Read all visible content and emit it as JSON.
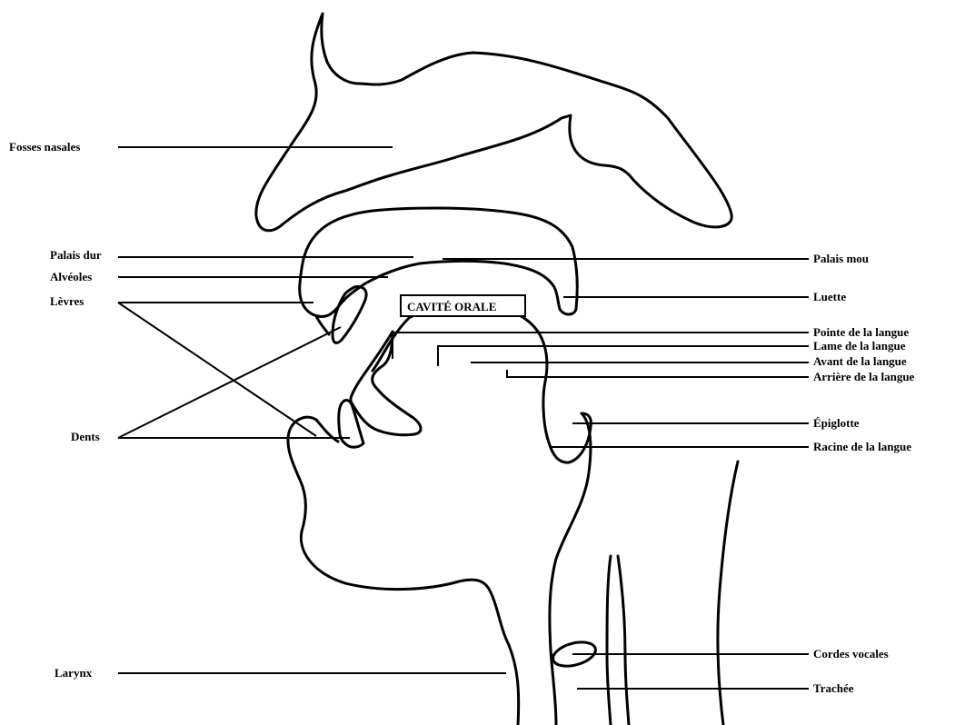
{
  "labels": {
    "fosses_nasales": "Fosses nasales",
    "palais_dur": "Palais dur",
    "alveoles": "Alvéoles",
    "levres": "Lèvres",
    "dents": "Dents",
    "larynx": "Larynx",
    "palais_mou": "Palais mou",
    "luette": "Luette",
    "pointe_langue": "Pointe de la langue",
    "lame_langue": "Lame de la langue",
    "avant_langue": "Avant de la langue",
    "arriere_langue": "Arrière de la langue",
    "epiglotte": "Épiglotte",
    "racine_langue": "Racine de la langue",
    "cordes_vocales": "Cordes vocales",
    "trachee": "Trachée",
    "cavite_orale": "CAVITÉ ORALE"
  },
  "colors": {
    "stroke": "#000000",
    "background": "#ffffff"
  }
}
